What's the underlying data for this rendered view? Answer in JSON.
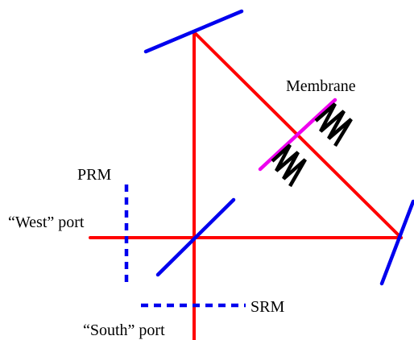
{
  "labels": {
    "membrane": "Membrane",
    "prm": "PRM",
    "west_port": "“West” port",
    "srm": "SRM",
    "south_port": "“South” port"
  },
  "colors": {
    "beam": "#ff0000",
    "mirror": "#0000ee",
    "membrane": "#ee00ee",
    "spring": "#000000",
    "text": "#000000"
  }
}
